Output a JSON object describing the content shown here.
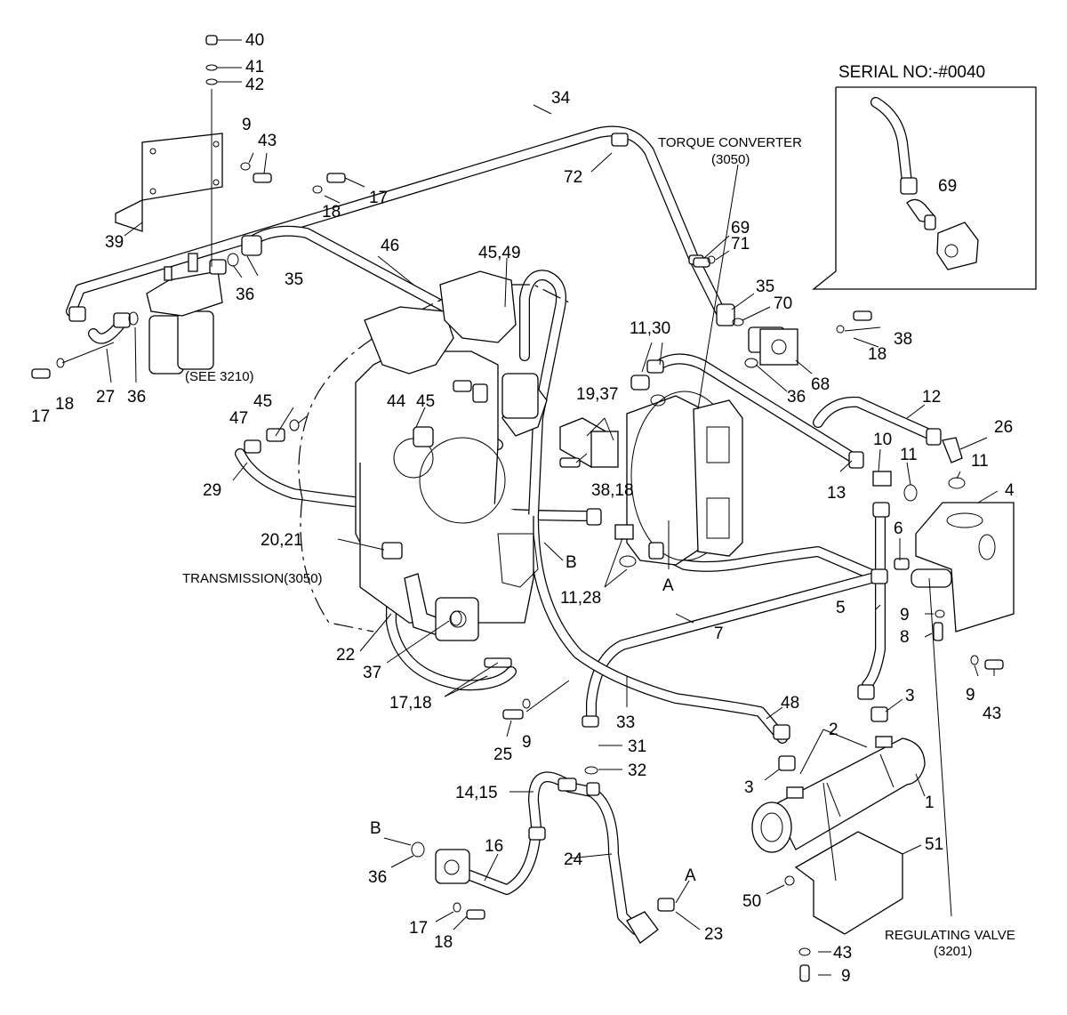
{
  "serial_note": "SERIAL NO:-#0040",
  "captions": {
    "torque_converter": "TORQUE CONVERTER",
    "torque_converter_ref": "(3050)",
    "see_3210": "(SEE 3210)",
    "transmission": "TRANSMISSION(3050)",
    "regulating_valve": "REGULATING VALVE",
    "regulating_valve_ref": "(3201)"
  },
  "callouts": {
    "c40": "40",
    "c41": "41",
    "c42": "42",
    "c9a": "9",
    "c43a": "43",
    "c17a": "17",
    "c18a": "18",
    "c34": "34",
    "c72": "72",
    "c39": "39",
    "c46": "46",
    "c35a": "35",
    "c36a": "36",
    "c4549": "45,49",
    "c27": "27",
    "c36b": "36",
    "c17b": "17",
    "c18b": "18",
    "c69a": "69",
    "c71": "71",
    "c35b": "35",
    "c70": "70",
    "c69b": "69",
    "c1130": "11,30",
    "c38a": "38",
    "c18c": "18",
    "c68": "68",
    "c36c": "36",
    "c45a": "45",
    "c47": "47",
    "c44": "44",
    "c45b": "45",
    "c1937": "19,37",
    "c12": "12",
    "c26": "26",
    "c10": "10",
    "c11a": "11",
    "c11b": "11",
    "c13": "13",
    "c4": "4",
    "c29": "29",
    "c3818": "38,18",
    "c6": "6",
    "c2021": "20,21",
    "cB1": "B",
    "cA1": "A",
    "c1128": "11,28",
    "c5": "5",
    "c9b": "9",
    "c7": "7",
    "c8": "8",
    "c22": "22",
    "c37": "37",
    "c1718": "17,18",
    "c9c": "9",
    "c43b": "43",
    "c48": "48",
    "c3a": "3",
    "c25": "25",
    "c9d": "9",
    "c33": "33",
    "c31": "31",
    "c2": "2",
    "c32": "32",
    "c3b": "3",
    "c1": "1",
    "c1415": "14,15",
    "c51": "51",
    "cB2": "B",
    "c16": "16",
    "c24": "24",
    "c36d": "36",
    "cA2": "A",
    "c50": "50",
    "c17c": "17",
    "c18d": "18",
    "c23": "23",
    "c43c": "43",
    "c9e": "9"
  }
}
